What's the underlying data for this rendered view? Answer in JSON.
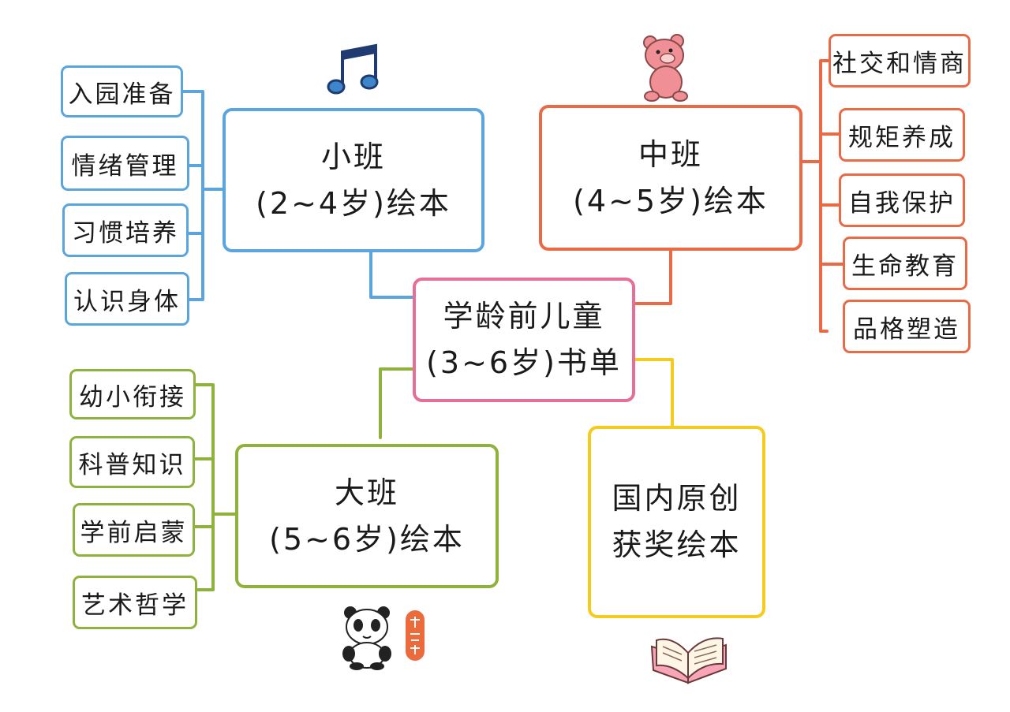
{
  "center": {
    "line1": "学龄前儿童",
    "line2": "(3~6岁)书单"
  },
  "small_class": {
    "line1": "小班",
    "line2": "(2~4岁)绘本",
    "items": [
      "入园准备",
      "情绪管理",
      "习惯培养",
      "认识身体"
    ]
  },
  "middle_class": {
    "line1": "中班",
    "line2": "(4~5岁)绘本",
    "items": [
      "社交和情商",
      "规矩养成",
      "自我保护",
      "生命教育",
      "品格塑造"
    ]
  },
  "big_class": {
    "line1": "大班",
    "line2": "(5~6岁)绘本",
    "items": [
      "幼小衔接",
      "科普知识",
      "学前启蒙",
      "艺术哲学"
    ]
  },
  "award_books": {
    "line1": "国内原创",
    "line2": "获奖绘本"
  },
  "colors": {
    "small": "#5aa5dd",
    "middle": "#ea6a45",
    "big": "#8fb23c",
    "award": "#f5cc1c",
    "center": "#e56f98"
  },
  "icons": [
    "music-note-icon",
    "pink-bear-icon",
    "panda-icon",
    "red-seal-icon",
    "open-book-icon"
  ]
}
